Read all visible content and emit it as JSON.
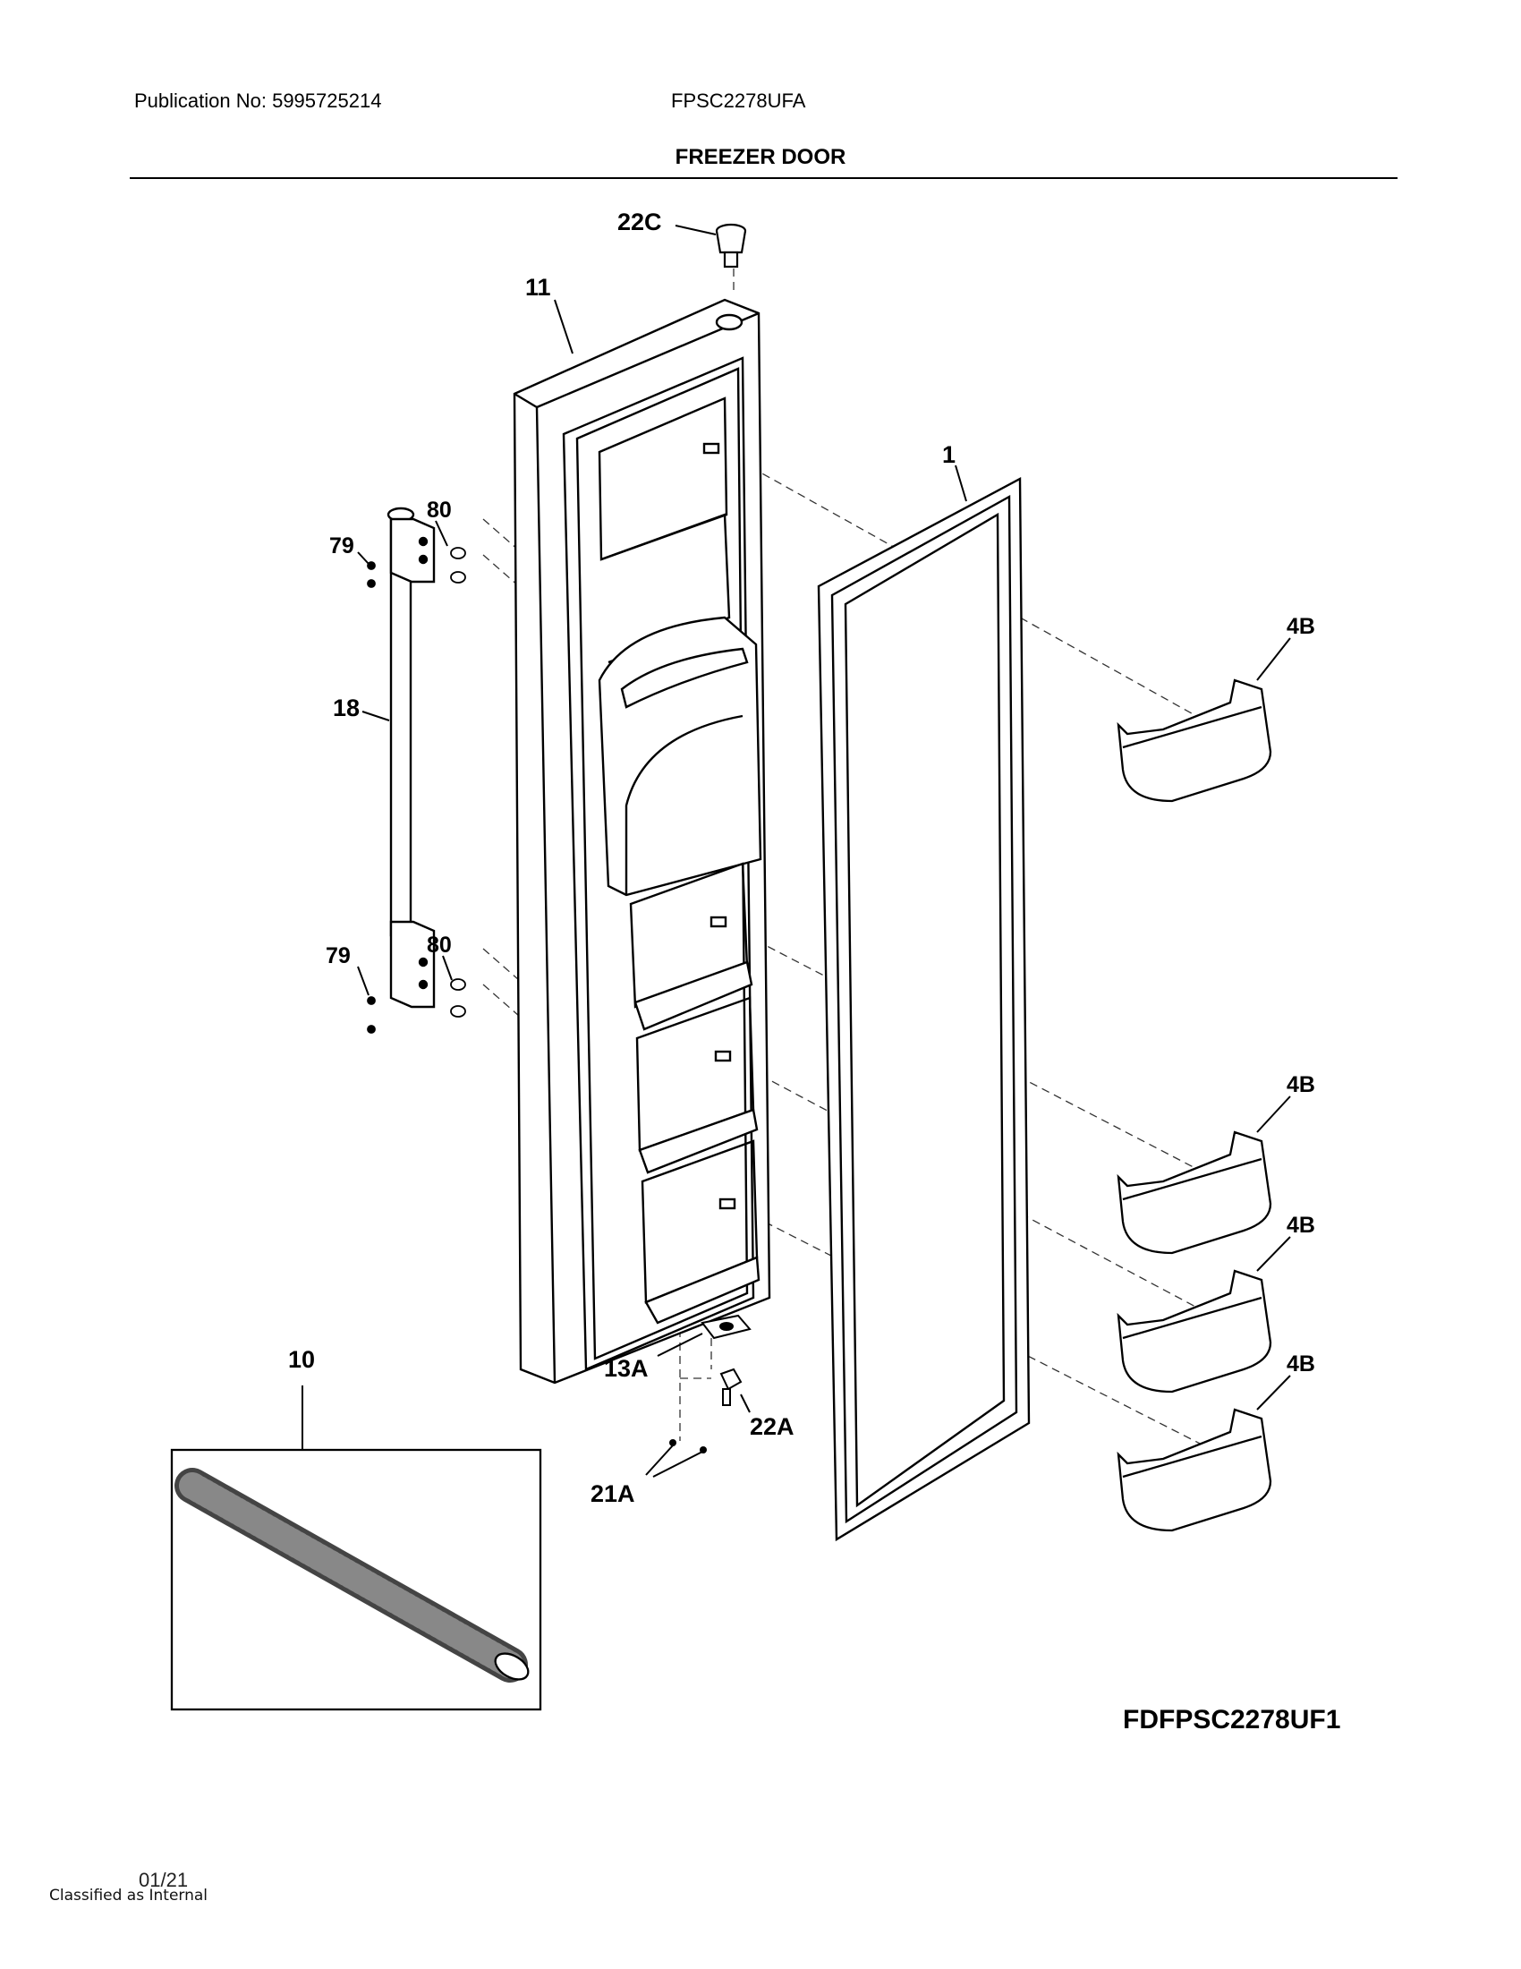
{
  "header": {
    "publication": "Publication No: 5995725214",
    "model": "FPSC2278UFA",
    "title": "FREEZER DOOR"
  },
  "callouts": {
    "p22C": "22C",
    "p11": "11",
    "p1": "1",
    "p80_top": "80",
    "p79_top": "79",
    "p18": "18",
    "p79_bottom": "79",
    "p80_bottom": "80",
    "p4B_1": "4B",
    "p4B_2": "4B",
    "p4B_3": "4B",
    "p4B_4": "4B",
    "p10": "10",
    "p13A": "13A",
    "p22A": "22A",
    "p21A": "21A"
  },
  "footer": {
    "diagram_code": "FDFPSC2278UF1",
    "date": "01/21",
    "classification": "Classified as Internal"
  }
}
